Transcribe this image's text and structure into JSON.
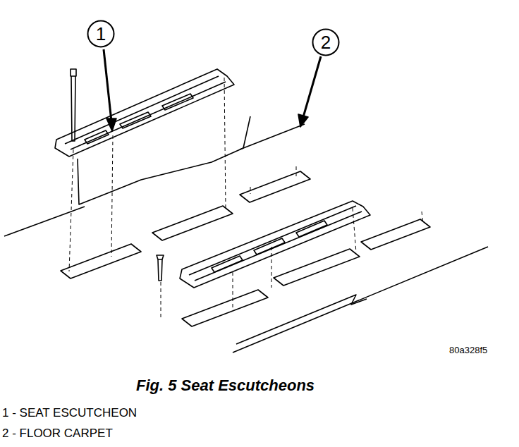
{
  "diagram": {
    "caption": "Fig. 5 Seat Escutcheons",
    "nodes": [
      {
        "text": [
          "1"
        ]
      },
      {
        "text": [
          "2"
        ]
      }
    ],
    "labels": [
      "80a328f5",
      "1 - SEAT ESCUTCHEON",
      "2 - FLOOR CARPET"
    ]
  }
}
